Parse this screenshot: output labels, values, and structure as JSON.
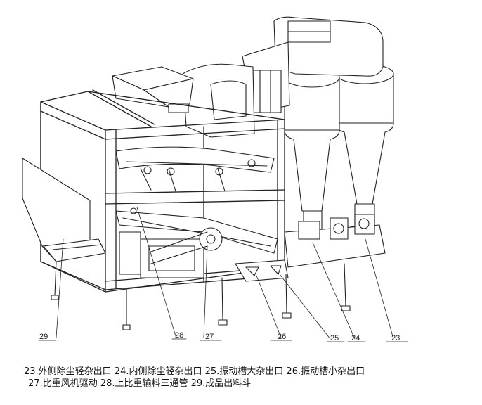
{
  "callouts": [
    {
      "num": "23",
      "text": "外侧除尘轻杂出口"
    },
    {
      "num": "24",
      "text": "内侧除尘轻杂出口"
    },
    {
      "num": "25",
      "text": "振动槽大杂出口"
    },
    {
      "num": "26",
      "text": "振动槽小杂出口"
    },
    {
      "num": "27",
      "text": "比重风机驱动"
    },
    {
      "num": "28",
      "text": "上比重输料三通管"
    },
    {
      "num": "29",
      "text": "成品出料斗"
    }
  ],
  "caption": {
    "line1": "23.外侧除尘轻杂出口 24.内侧除尘轻杂出口 25.振动槽大杂出口 26.振动槽小杂出口",
    "line2": "27.比重风机驱动  28.上比重输料三通管 29.成品出料斗"
  }
}
